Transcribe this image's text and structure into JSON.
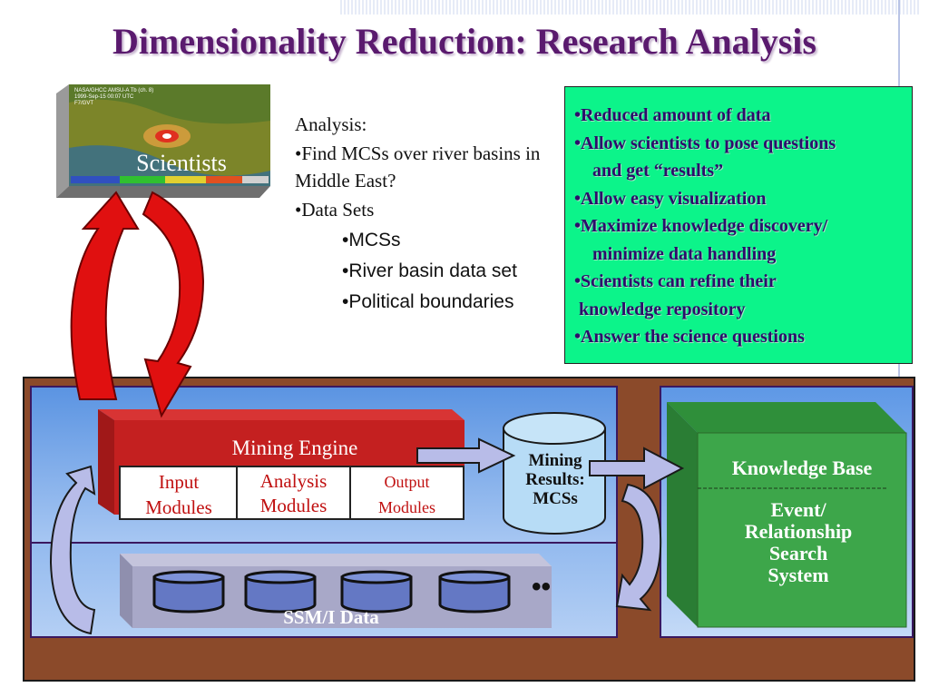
{
  "title": "Dimensionality Reduction: Research Analysis",
  "scientists": {
    "label": "Scientists",
    "image_caption_1": "NASA/GHCC AMSU-A Tb (ch. 8)",
    "image_caption_2": "1999-Sep-15 00:07 UTC",
    "image_caption_3": "F7/GVT"
  },
  "analysis": {
    "heading": "Analysis:",
    "bullet_1": "•Find MCSs over river basins in Middle East?",
    "bullet_2": "•Data Sets",
    "sub_1": "•MCSs",
    "sub_2": "•River basin data set",
    "sub_3": "•Political boundaries"
  },
  "benefits": [
    "•Reduced amount of data",
    "•Allow scientists to pose questions",
    "    and get “results”",
    "•Allow easy visualization",
    "•Maximize knowledge discovery/",
    "    minimize data handling",
    "•Scientists can refine their",
    " knowledge repository",
    "•Answer the science questions"
  ],
  "mining_engine": {
    "label": "Mining Engine",
    "input_l1": "Input",
    "input_l2": "Modules",
    "analysis_l1": "Analysis",
    "analysis_l2": "Modules",
    "output_l1": "Output",
    "output_l2": "Modules"
  },
  "mining_results": {
    "l1": "Mining",
    "l2": "Results:",
    "l3": "MCSs"
  },
  "knowledge_base": {
    "label": "Knowledge Base",
    "sub_l1": "Event/",
    "sub_l2": "Relationship",
    "sub_l3": "Search",
    "sub_l4": "System"
  },
  "ssmi": {
    "label": "SSM/I Data",
    "ellipsis": "••"
  },
  "colors": {
    "title": "#5a1a6e",
    "benefit_box": "#0cf48a",
    "mining_engine": "#c42020",
    "knowledge_base": "#3da64a",
    "outer_frame": "#8b4a2a",
    "arrow_red": "#e01010",
    "arrow_lavender": "#b8bce8"
  }
}
